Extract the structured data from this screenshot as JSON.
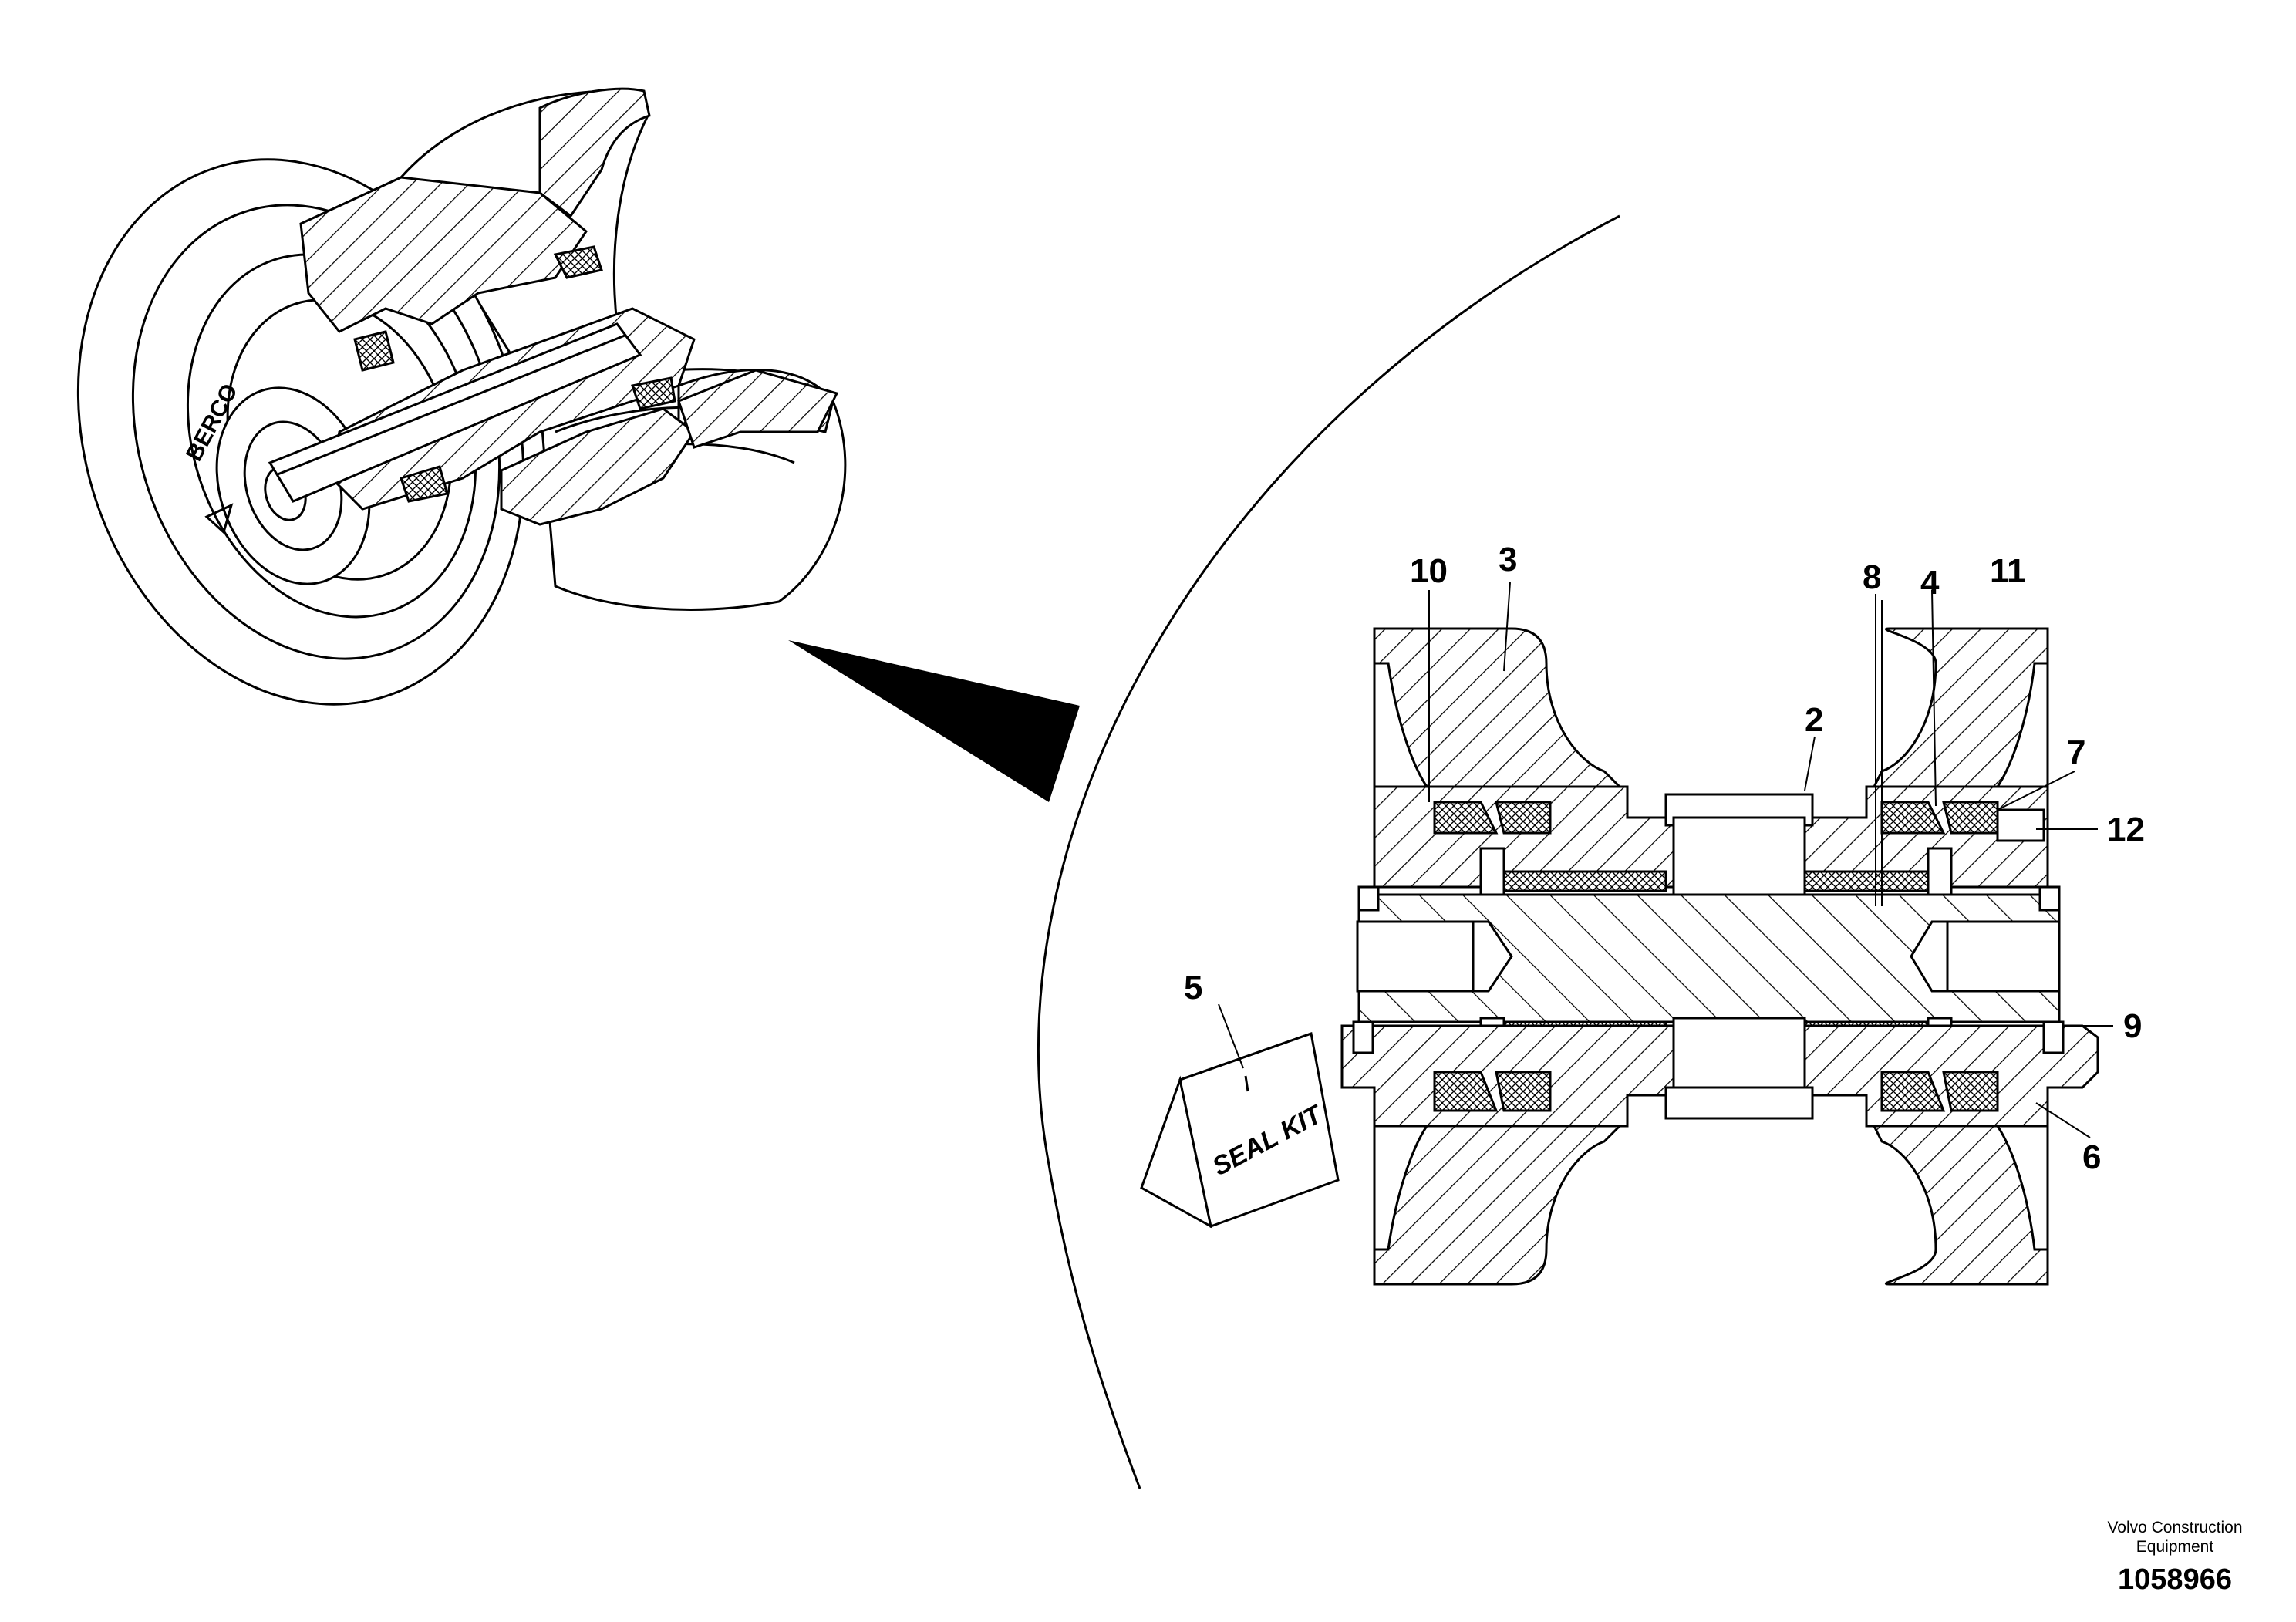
{
  "brand": {
    "roller_logo": "BERCO",
    "seal_kit": "SEAL KIT"
  },
  "callouts": {
    "c1": "10",
    "c2": "3",
    "c3": "8",
    "c4": "4",
    "c5": "11",
    "c6": "2",
    "c7": "7",
    "c8": "12",
    "c9": "5",
    "c10": "9",
    "c11": "6"
  },
  "footer": {
    "company_line1": "Volvo Construction",
    "company_line2": "Equipment",
    "drawing_number": "1058966"
  }
}
